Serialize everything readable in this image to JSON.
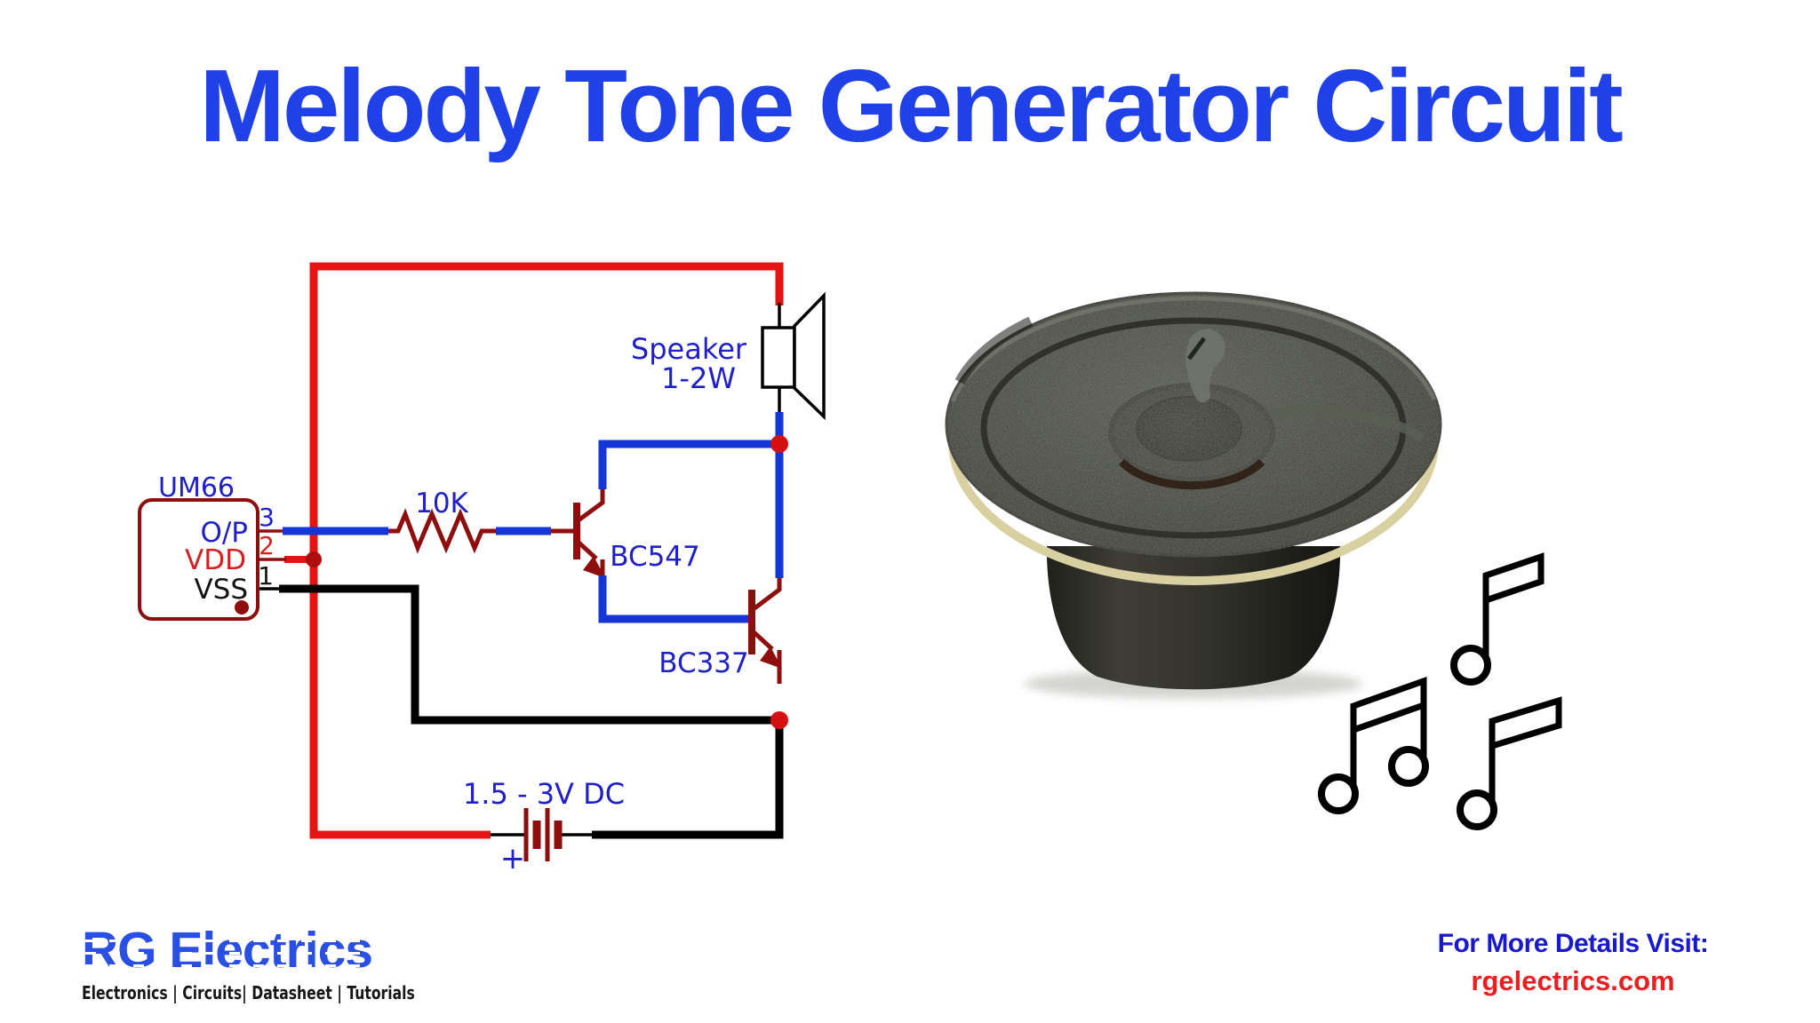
{
  "title": "Melody Tone Generator Circuit",
  "circuit": {
    "ic": {
      "name": "UM66",
      "out_label": "O/P",
      "vdd_label": "VDD",
      "vss_label": "VSS",
      "pin3": "3",
      "pin2": "2",
      "pin1": "1"
    },
    "resistor_label": "10K",
    "q1_label": "BC547",
    "q2_label": "BC337",
    "speaker_line1": "Speaker",
    "speaker_line2": "1-2W",
    "battery_label": "1.5 - 3V DC",
    "battery_plus": "+"
  },
  "branding": {
    "logo_text": "RG Electrics",
    "tagline": "Electronics | Circuits| Datasheet | Tutorials"
  },
  "footer": {
    "visit_text": "For More Details Visit:",
    "website": "rgelectrics.com"
  },
  "colors": {
    "title_blue": "#2040e8",
    "wire_red": "#e41414",
    "wire_blue": "#1535d4",
    "component_maroon": "#8e0e0e",
    "label_blue": "#2020c8",
    "label_red": "#d42020",
    "junction_red": "#d51010",
    "footer_blue": "#1818cc",
    "footer_red": "#e82020",
    "logo_blue": "#2a4fe4"
  },
  "icons": {
    "speaker_photo": "round-speaker-photo",
    "music_notes": "eighth-note-icons"
  }
}
